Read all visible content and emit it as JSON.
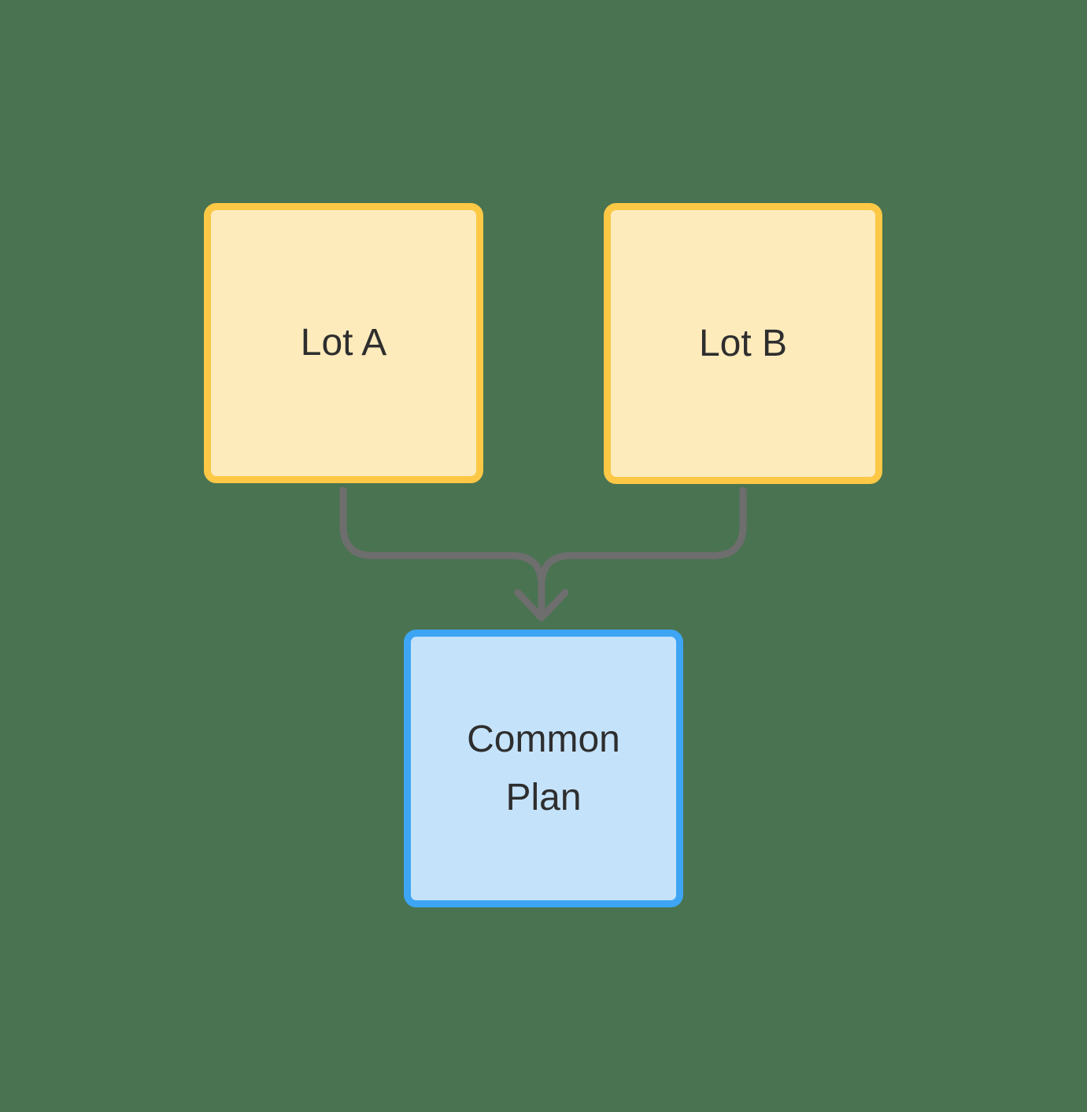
{
  "diagram": {
    "background_color": "#4A7351",
    "connector_color": "#6E6E6E",
    "text_color": "#2E2E2E",
    "nodes": [
      {
        "id": "lot-a",
        "label": "Lot A",
        "fill": "#FDEBBC",
        "border_color": "#FCC845"
      },
      {
        "id": "lot-b",
        "label": "Lot B",
        "fill": "#FDEBBC",
        "border_color": "#FCC845"
      },
      {
        "id": "common-plan",
        "label": "Common Plan",
        "fill": "#C4E3FB",
        "border_color": "#3DA5F4"
      }
    ],
    "edges": [
      {
        "from": "lot-a",
        "to": "common-plan",
        "style": "curved-merge-arrow"
      },
      {
        "from": "lot-b",
        "to": "common-plan",
        "style": "curved-merge-arrow"
      }
    ]
  }
}
